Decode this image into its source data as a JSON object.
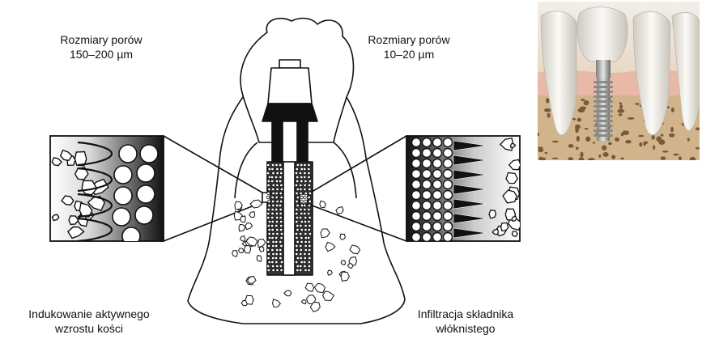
{
  "labels": {
    "top_left_line1": "Rozmiary porów",
    "top_left_line2": "150–200 µm",
    "top_right_line1": "Rozmiary porów",
    "top_right_line2": "10–20 µm",
    "bottom_left_line1": "Indukowanie aktywnego",
    "bottom_left_line2": "wzrostu kości",
    "bottom_right_line1": "Infiltracja składnika",
    "bottom_right_line2": "włóknistego"
  }
}
